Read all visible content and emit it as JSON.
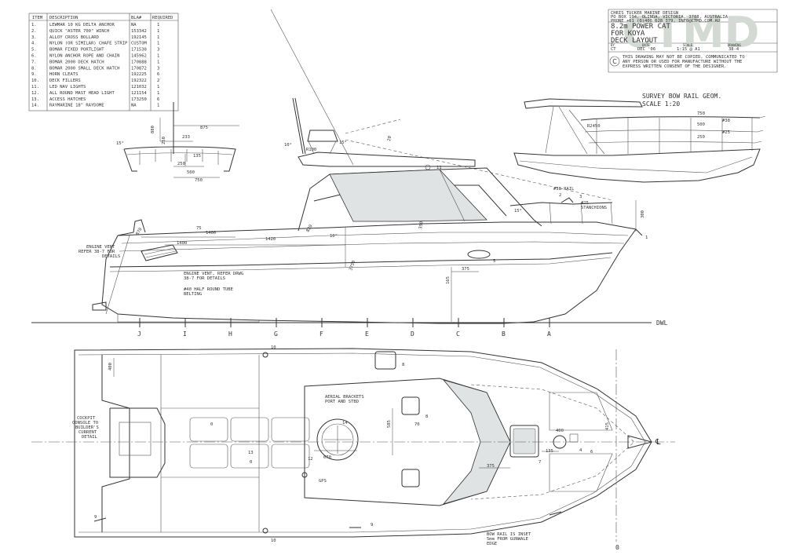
{
  "parts_table": {
    "headers": {
      "item": "ITEM",
      "description": "DESCRIPTION",
      "bla": "BLA#",
      "required": "REQUIRED"
    },
    "rows": [
      {
        "item": "1.",
        "description": "LEWMAR 10 KG DELTA ANCHOR",
        "bla": "NA",
        "required": "1"
      },
      {
        "item": "2.",
        "description": "QUICK \"ASTER 700\" WINCH",
        "bla": "153342",
        "required": "1"
      },
      {
        "item": "3.",
        "description": "ALLOY CROSS BOLLARD",
        "bla": "192145",
        "required": "1"
      },
      {
        "item": "4.",
        "description": "NYLON (OR SIMILAR) CHAFE STRIP",
        "bla": "CUSTOM",
        "required": "1"
      },
      {
        "item": "5.",
        "description": "BOMAR FIXED PORTLIGHT",
        "bla": "171530",
        "required": "3"
      },
      {
        "item": "6.",
        "description": "NYLON ANCHOR ROPE AND CHAIN",
        "bla": "145962",
        "required": "1"
      },
      {
        "item": "7.",
        "description": "BOMAR 2000 DECK HATCH",
        "bla": "170888",
        "required": "1"
      },
      {
        "item": "8.",
        "description": "BOMAR 2000 SMALL DECK HATCH",
        "bla": "170872",
        "required": "3"
      },
      {
        "item": "9.",
        "description": "HORN CLEATS",
        "bla": "192225",
        "required": "6"
      },
      {
        "item": "10.",
        "description": "DECK FILLERS",
        "bla": "192322",
        "required": "2"
      },
      {
        "item": "11.",
        "description": "LED NAV LIGHTS",
        "bla": "121032",
        "required": "1"
      },
      {
        "item": "12.",
        "description": "ALL ROUND MAST HEAD LIGHT",
        "bla": "121154",
        "required": "1"
      },
      {
        "item": "13.",
        "description": "ACCESS HATCHES",
        "bla": "173250",
        "required": "6"
      },
      {
        "item": "14.",
        "description": "RAYMARINE 18\" RAYDOME",
        "bla": "NA",
        "required": "1"
      }
    ]
  },
  "title_block": {
    "company": "CHRIS TUCKER MARINE DESIGN",
    "address": "PO BOX 194, OLINDA, VICTORIA, 3788, AUSTRALIA",
    "phone": "PHONE +61 (0)400 628 379, INFO@CTMD.COM.AU",
    "title_line1": "8.2m POWER CAT",
    "title_line2": "FOR KOYA",
    "title_line3": "DECK LAYOUT",
    "logo_text": "CTMD",
    "by_label": "BY",
    "by_value": "CT",
    "date_label": "DATE",
    "date_value": "DEC '06",
    "scale_label": "SCALE",
    "scale_value": "1:15 @ A1",
    "drawing_label": "DRAWING",
    "drawing_value": "38-4",
    "copyright_line1": "THIS DRAWING MAY NOT BE COPIED, COMMUNICATED TO",
    "copyright_line2": "ANY PERSON OR USED FOR MANUFACTURE WITHOUT THE",
    "copyright_line3": "EXPRESS WRITTEN CONSENT OF THE DESIGNER."
  },
  "bow_rail_detail": {
    "title": "SURVEY BOW RAIL GEOM.",
    "scale": "SCALE 1:20",
    "dims": {
      "r2450": "R2450",
      "d750": "750",
      "d500": "500",
      "d250": "250",
      "d38": "#38",
      "d25": "#25"
    }
  },
  "section_view": {
    "angle": "15°",
    "dims": {
      "d875": "875",
      "d880": "880",
      "d233": "233",
      "d250": "250",
      "d135": "135",
      "d250b": "250",
      "d500": "500",
      "d750": "750"
    }
  },
  "profile_view": {
    "labels": {
      "engine_vent_1": "ENGINE VENT",
      "engine_vent_2": "REFER 38-7 FOR",
      "engine_vent_3": "DETAILS",
      "engine_vent_b1": "ENGINE VENT, REFER DRWG",
      "engine_vent_b2": "38-7 FOR DETAILS",
      "belting_1": "#40 HALF ROUND TUBE",
      "belting_2": "BELTING",
      "rail_38": "#38 RAIL",
      "stanchions_1": "#25",
      "stanchions_2": "STANCHIONS",
      "r100": "R100",
      "angle_10": "10°",
      "angle_15": "15°",
      "angle_15b": "15°",
      "angle_10b": "10°",
      "d1400": "1400",
      "d1400b": "1400",
      "d1420": "1420",
      "d3750": "3750",
      "d375": "375",
      "d165": "165",
      "d300": "300",
      "d350": "350",
      "d20": "20",
      "d75": "75",
      "d870": "870",
      "d820": "820",
      "callout_1": "1",
      "callout_2": "2",
      "callout_3": "3",
      "callout_5": "5",
      "callout_11": "11"
    },
    "waterline": "DWL",
    "stations": [
      "J",
      "I",
      "H",
      "G",
      "F",
      "E",
      "D",
      "C",
      "B",
      "A"
    ]
  },
  "plan_view": {
    "labels": {
      "cockpit_1": "COCKPIT",
      "cockpit_2": "CONSOLE TO",
      "cockpit_3": "BUILDER'S",
      "cockpit_4": "CURRENT",
      "cockpit_5": "DETAIL",
      "aerial_1": "AERIAL BRACKETS",
      "aerial_2": "PORT AND STBD",
      "gps": "GPS",
      "bow_rail_1": "BOW RAIL IS INSET",
      "bow_rail_2": "5mm FROM GUNWALE",
      "bow_rail_3": "EDGE",
      "d400": "400",
      "d670": "670",
      "d585": "585",
      "d70": "70",
      "d375": "375",
      "d135": "135",
      "d400b": "400",
      "d415": "415",
      "c10": "10",
      "c10b": "10",
      "c9": "9",
      "c9b": "9",
      "c8": "8",
      "c8b": "8",
      "c14": "14",
      "c13": "13",
      "c12": "12",
      "c7": "7",
      "c4": "4",
      "c6": "6",
      "c0a": "0",
      "c0b": "0",
      "cl": "℄",
      "zero": "0"
    }
  }
}
